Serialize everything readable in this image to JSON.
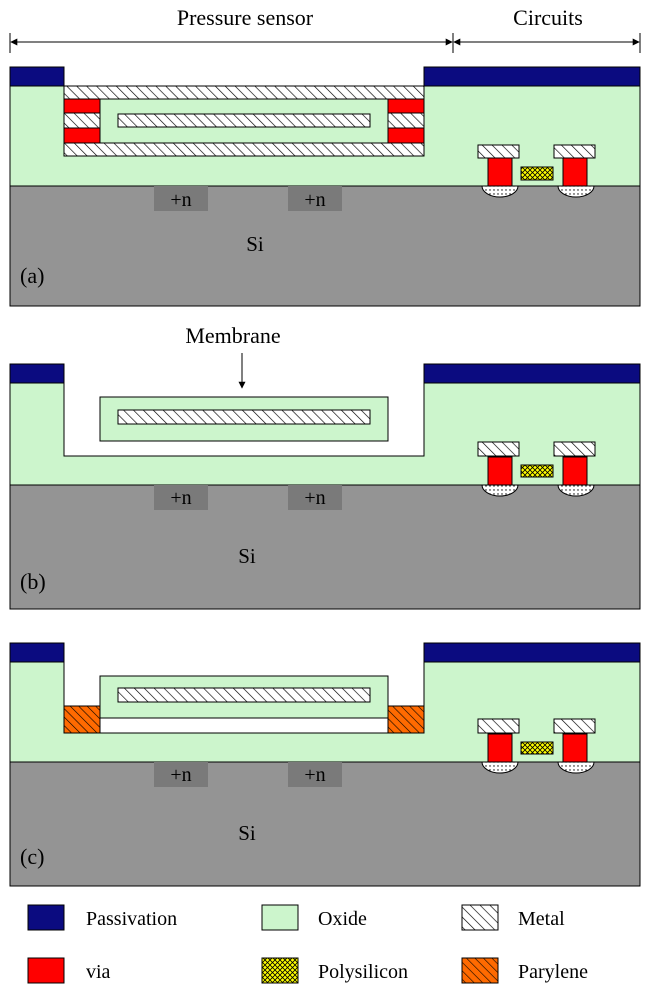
{
  "header": {
    "pressure_sensor": "Pressure sensor",
    "circuits": "Circuits"
  },
  "panels": [
    {
      "tag": "(a)",
      "substrate": "Si",
      "implant_left": "+n",
      "implant_right": "+n"
    },
    {
      "tag": "(b)",
      "substrate": "Si",
      "implant_left": "+n",
      "implant_right": "+n",
      "callout": "Membrane"
    },
    {
      "tag": "(c)",
      "substrate": "Si",
      "implant_left": "+n",
      "implant_right": "+n"
    }
  ],
  "legend": [
    {
      "label": "Passivation",
      "material": "passivation"
    },
    {
      "label": "Oxide",
      "material": "oxide"
    },
    {
      "label": "Metal",
      "material": "metal"
    },
    {
      "label": "via",
      "material": "via"
    },
    {
      "label": "Polysilicon",
      "material": "polysilicon"
    },
    {
      "label": "Parylene",
      "material": "parylene"
    }
  ],
  "colors": {
    "passivation": "#0b0b80",
    "oxide": "#ccf5cc",
    "via": "#ff0000",
    "polysilicon": "#ffff00",
    "parylene": "#ff6a00",
    "silicon": "#949494",
    "implant": "#7a7a7a",
    "metal_fill": "#ffffff"
  }
}
